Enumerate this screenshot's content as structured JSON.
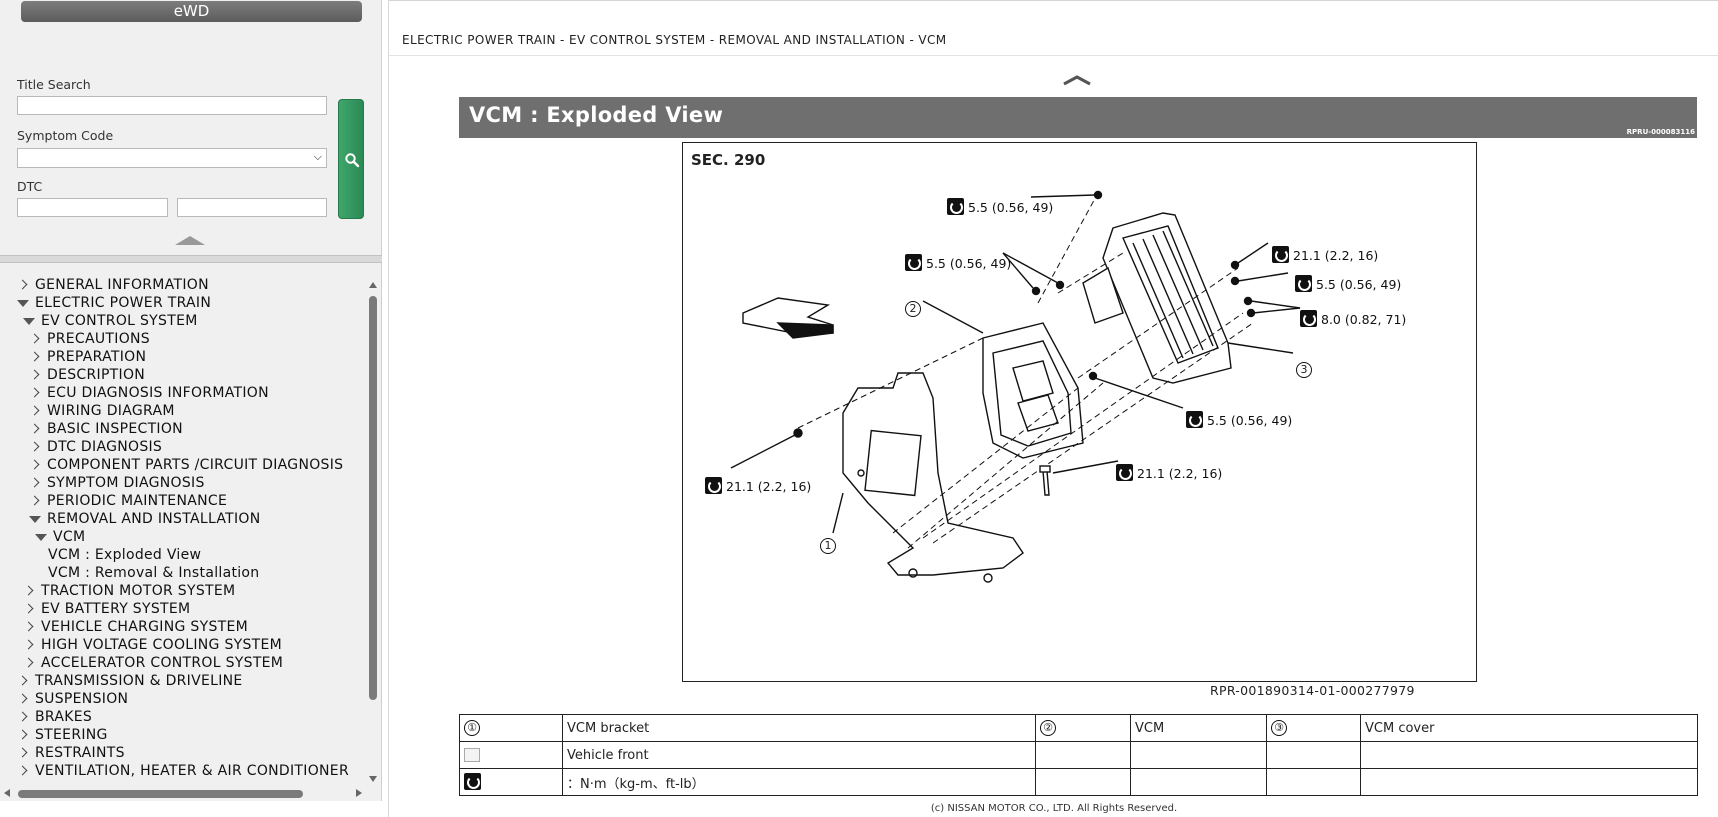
{
  "left_panel": {
    "ewd_label": "eWD",
    "title_search_label": "Title Search",
    "title_search_value": "",
    "symptom_code_label": "Symptom Code",
    "symptom_code_value": "",
    "dtc_label": "DTC",
    "dtc_value_1": "",
    "dtc_value_2": ""
  },
  "tree": [
    {
      "label": "GENERAL INFORMATION",
      "state": "closed",
      "level": 0
    },
    {
      "label": "ELECTRIC POWER TRAIN",
      "state": "open",
      "level": 0
    },
    {
      "label": "EV CONTROL SYSTEM",
      "state": "open",
      "level": 1
    },
    {
      "label": "PRECAUTIONS",
      "state": "closed",
      "level": 2
    },
    {
      "label": "PREPARATION",
      "state": "closed",
      "level": 2
    },
    {
      "label": "DESCRIPTION",
      "state": "closed",
      "level": 2
    },
    {
      "label": "ECU DIAGNOSIS INFORMATION",
      "state": "closed",
      "level": 2
    },
    {
      "label": "WIRING DIAGRAM",
      "state": "closed",
      "level": 2
    },
    {
      "label": "BASIC INSPECTION",
      "state": "closed",
      "level": 2
    },
    {
      "label": "DTC DIAGNOSIS",
      "state": "closed",
      "level": 2
    },
    {
      "label": "COMPONENT PARTS /CIRCUIT DIAGNOSIS",
      "state": "closed",
      "level": 2
    },
    {
      "label": "SYMPTOM DIAGNOSIS",
      "state": "closed",
      "level": 2
    },
    {
      "label": "PERIODIC MAINTENANCE",
      "state": "closed",
      "level": 2
    },
    {
      "label": "REMOVAL AND INSTALLATION",
      "state": "open",
      "level": 2
    },
    {
      "label": "VCM",
      "state": "open",
      "level": 3
    },
    {
      "label": "VCM : Exploded View",
      "state": "leaf",
      "level": 4
    },
    {
      "label": "VCM : Removal & Installation",
      "state": "leaf",
      "level": 4
    },
    {
      "label": "TRACTION MOTOR SYSTEM",
      "state": "closed",
      "level": 1
    },
    {
      "label": "EV BATTERY SYSTEM",
      "state": "closed",
      "level": 1
    },
    {
      "label": "VEHICLE CHARGING SYSTEM",
      "state": "closed",
      "level": 1
    },
    {
      "label": "HIGH VOLTAGE COOLING SYSTEM",
      "state": "closed",
      "level": 1
    },
    {
      "label": "ACCELERATOR CONTROL SYSTEM",
      "state": "closed",
      "level": 1
    },
    {
      "label": "TRANSMISSION & DRIVELINE",
      "state": "closed",
      "level": 0
    },
    {
      "label": "SUSPENSION",
      "state": "closed",
      "level": 0
    },
    {
      "label": "BRAKES",
      "state": "closed",
      "level": 0
    },
    {
      "label": "STEERING",
      "state": "closed",
      "level": 0
    },
    {
      "label": "RESTRAINTS",
      "state": "closed",
      "level": 0
    },
    {
      "label": "VENTILATION, HEATER & AIR CONDITIONER",
      "state": "closed",
      "level": 0
    }
  ],
  "main": {
    "breadcrumb": "ELECTRIC POWER TRAIN - EV CONTROL SYSTEM - REMOVAL AND INSTALLATION - VCM",
    "title": "VCM : Exploded View",
    "title_code": "RPRU-000083116",
    "figure": {
      "section": "SEC. 290",
      "reference": "RPR-001890314-01-000277979",
      "callouts": [
        "5.5 (0.56, 49)",
        "5.5 (0.56, 49)",
        "21.1 (2.2, 16)",
        "5.5 (0.56, 49)",
        "8.0 (0.82, 71)",
        "5.5 (0.56, 49)",
        "21.1 (2.2, 16)",
        "21.1 (2.2, 16)"
      ],
      "numbers": [
        "1",
        "2",
        "3"
      ]
    },
    "legend": {
      "row1": [
        {
          "num": "①",
          "text": "VCM bracket"
        },
        {
          "num": "②",
          "text": "VCM"
        },
        {
          "num": "③",
          "text": "VCM cover"
        }
      ],
      "vehicle_front": "Vehicle front",
      "torque_unit": "：N·m（kg-m、ft-lb）"
    },
    "footer": "(c) NISSAN MOTOR CO., LTD. All Rights Reserved."
  },
  "colors": {
    "title_bar": "#6f6f6f",
    "search_button": "#2e9159",
    "panel_bg": "#f0f0f0"
  }
}
